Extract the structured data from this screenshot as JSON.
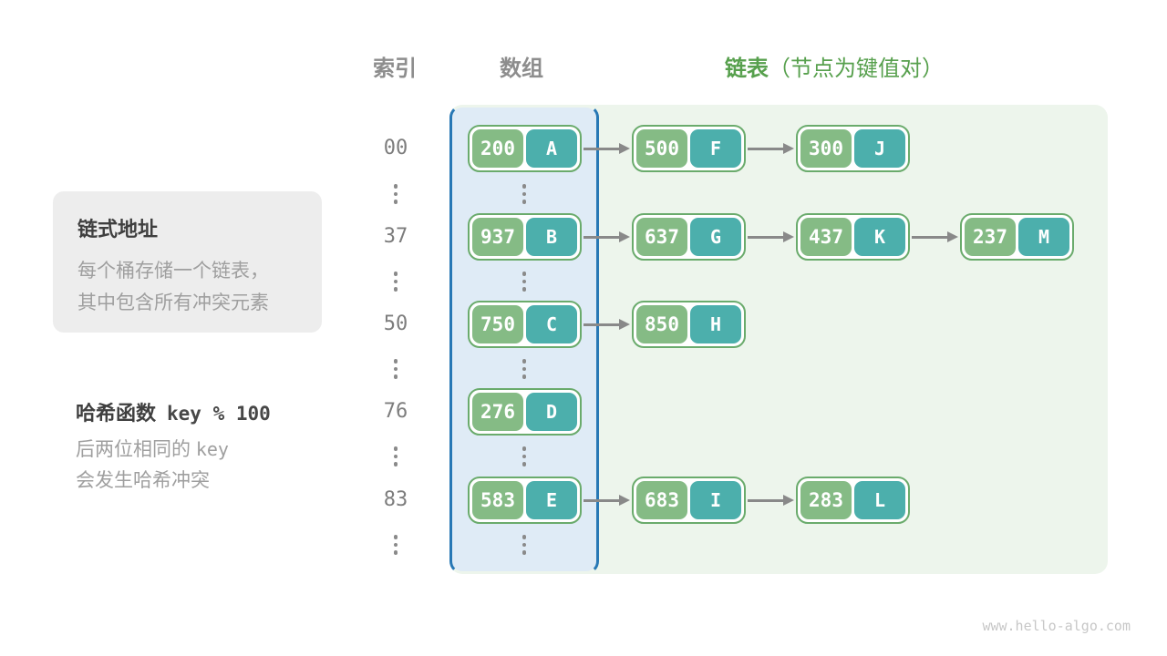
{
  "header": {
    "index": "索引",
    "array": "数组",
    "list_bold": "链表",
    "list_note": "（节点为键值对）"
  },
  "info_box": {
    "title": "链式地址",
    "line1": "每个桶存储一个链表，",
    "line2": "其中包含所有冲突元素"
  },
  "hash_note": {
    "title": "哈希函数",
    "formula": "key % 100",
    "line1_prefix": "后两位相同的 ",
    "line1_code": "key",
    "line2": "会发生哈希冲突"
  },
  "watermark": "www.hello-algo.com",
  "colors": {
    "array_border": "#2878b5",
    "array_fill": "#dfebf6",
    "chain_fill": "#edf5ec",
    "node_border": "#6aab6c",
    "key_fill": "#85bb85",
    "value_fill": "#4cafac",
    "header_green": "#57a04d",
    "arrow_gray": "#898989"
  },
  "rows": [
    {
      "index": "00",
      "nodes": [
        {
          "key": "200",
          "value": "A"
        },
        {
          "key": "500",
          "value": "F"
        },
        {
          "key": "300",
          "value": "J"
        }
      ]
    },
    {
      "index": "37",
      "nodes": [
        {
          "key": "937",
          "value": "B"
        },
        {
          "key": "637",
          "value": "G"
        },
        {
          "key": "437",
          "value": "K"
        },
        {
          "key": "237",
          "value": "M"
        }
      ]
    },
    {
      "index": "50",
      "nodes": [
        {
          "key": "750",
          "value": "C"
        },
        {
          "key": "850",
          "value": "H"
        }
      ]
    },
    {
      "index": "76",
      "nodes": [
        {
          "key": "276",
          "value": "D"
        }
      ]
    },
    {
      "index": "83",
      "nodes": [
        {
          "key": "583",
          "value": "E"
        },
        {
          "key": "683",
          "value": "I"
        },
        {
          "key": "283",
          "value": "L"
        }
      ]
    }
  ]
}
